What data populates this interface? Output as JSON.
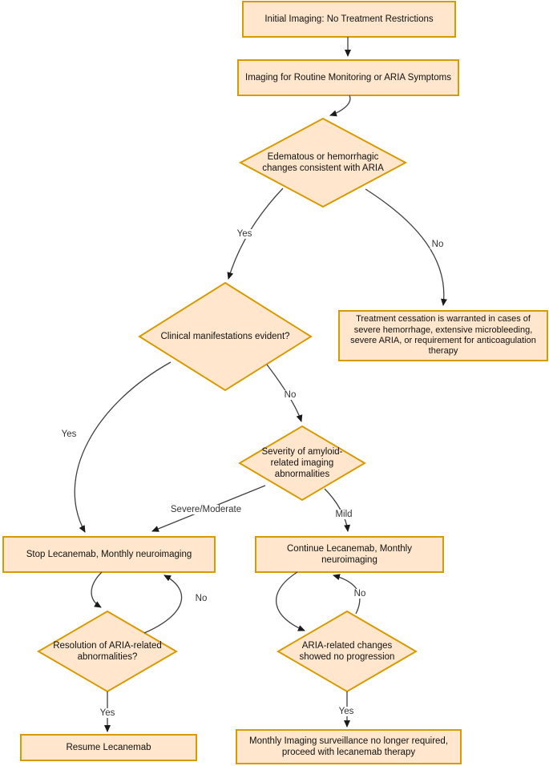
{
  "diagram": {
    "colors": {
      "node_fill": "#ffe6cc",
      "node_stroke": "#d79b00",
      "edge": "#404040",
      "text": "#111111",
      "background": "#ffffff"
    },
    "nodes": {
      "initial_imaging": {
        "type": "process",
        "label": "Initial Imaging: No Treatment Restrictions"
      },
      "routine_monitoring": {
        "type": "process",
        "label": "Imaging for Routine Monitoring or ARIA Symptoms"
      },
      "aria_changes": {
        "type": "decision",
        "label": "Edematous or hemorrhagic changes consistent with ARIA"
      },
      "clinical_manifestations": {
        "type": "decision",
        "label": "Clinical manifestations evident?"
      },
      "treatment_cessation": {
        "type": "process",
        "label": "Treatment cessation is warranted in cases of severe hemorrhage, extensive microbleeding, severe ARIA, or requirement for anticoagulation therapy"
      },
      "severity": {
        "type": "decision",
        "label": "Severity of amyloid-related imaging abnormalities"
      },
      "stop_lecanemab": {
        "type": "process",
        "label": "Stop Lecanemab, Monthly neuroimaging"
      },
      "continue_lecanemab": {
        "type": "process",
        "label": "Continue Lecanemab, Monthly neuroimaging"
      },
      "resolution": {
        "type": "decision",
        "label": "Resolution of ARIA-related abnormalities?"
      },
      "no_progression": {
        "type": "decision",
        "label": "ARIA-related changes showed no progression"
      },
      "resume_lecanemab": {
        "type": "process",
        "label": "Resume Lecanemab"
      },
      "monthly_not_required": {
        "type": "process",
        "label": "Monthly Imaging surveillance no longer required, proceed with lecanemab therapy"
      }
    },
    "edge_labels": {
      "aria_yes": "Yes",
      "aria_no": "No",
      "clinical_yes": "Yes",
      "clinical_no": "No",
      "severity_severe_moderate": "Severe/Moderate",
      "severity_mild": "Mild",
      "resolution_no": "No",
      "resolution_yes": "Yes",
      "progression_no": "No",
      "progression_yes": "Yes"
    }
  }
}
